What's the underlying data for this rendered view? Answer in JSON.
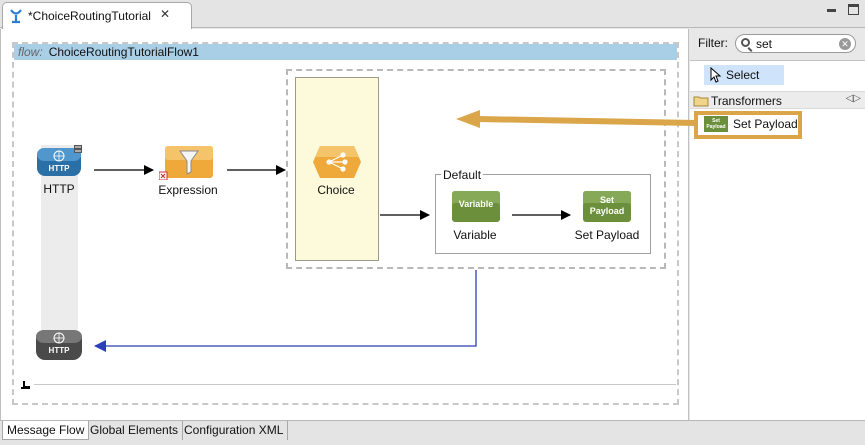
{
  "editor": {
    "tab_title": "*ChoiceRoutingTutorial",
    "close_glyph": "✕",
    "icons": {
      "tab": "mule-logo-icon",
      "close": "close-icon",
      "minimize": "minimize-icon",
      "maximize": "maximize-icon"
    }
  },
  "flow": {
    "keyword": "flow:",
    "name": "ChoiceRoutingTutorialFlow1",
    "header_color": "#a8cfe6"
  },
  "nodes": {
    "http_in": {
      "label": "HTTP",
      "badge": "HTTP",
      "icon": "http-endpoint-icon"
    },
    "expression": {
      "label": "Expression",
      "icon": "filter-funnel-icon"
    },
    "choice": {
      "label": "Choice",
      "icon": "choice-router-icon"
    },
    "default_label": "Default",
    "variable": {
      "label": "Variable",
      "badge": "Variable",
      "icon": "variable-transformer-icon"
    },
    "set_payload": {
      "label": "Set Payload",
      "badge_line1": "Set",
      "badge_line2": "Payload",
      "icon": "set-payload-icon"
    },
    "http_out": {
      "badge": "HTTP",
      "icon": "http-response-icon"
    }
  },
  "palette": {
    "filter_label": "Filter:",
    "filter_value": "set",
    "select_label": "Select",
    "category": "Transformers",
    "item_label": "Set Payload",
    "item_badge_line1": "Set",
    "item_badge_line2": "Payload",
    "highlight_color": "#dba54a"
  },
  "bottom_tabs": [
    "Message Flow",
    "Global Elements",
    "Configuration XML"
  ],
  "colors": {
    "choice_bg": "#fdfadc",
    "green_transformer": "#6b8f3a",
    "orange_node": "#efa93a",
    "http_blue": "#2a6fa6",
    "return_arrow": "#2b3fb8"
  }
}
